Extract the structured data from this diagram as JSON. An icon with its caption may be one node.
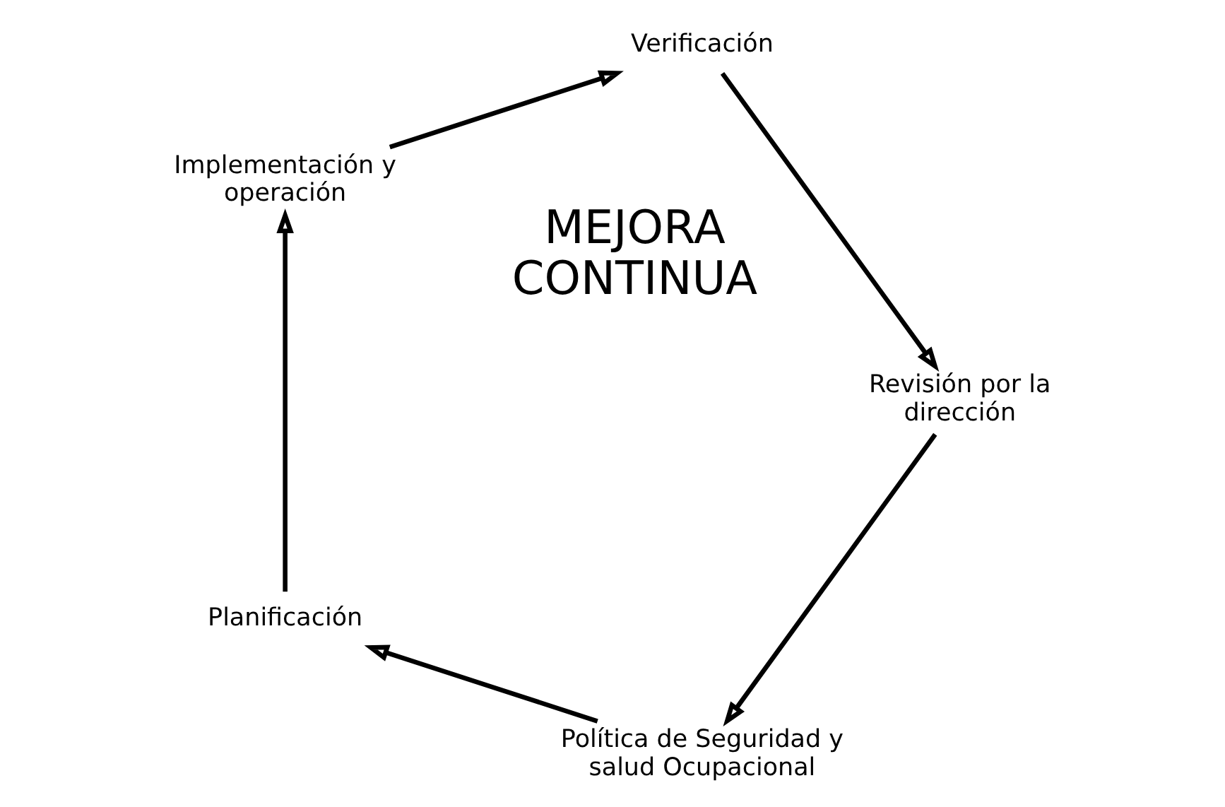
{
  "diagram": {
    "nodes": [
      {
        "text": [
          "Política de Seguridad y salud Ocupacional"
        ]
      },
      {
        "text": [
          "Planificación"
        ]
      },
      {
        "text": [
          "Implementación y operación"
        ]
      },
      {
        "text": [
          "Verificación"
        ]
      },
      {
        "text": [
          "Revisión por la dirección"
        ]
      }
    ],
    "edges": [
      {
        "from": 4,
        "to": 0,
        "arrow": "to"
      },
      {
        "from": 0,
        "to": 1,
        "arrow": "to"
      },
      {
        "from": 1,
        "to": 2,
        "arrow": "to"
      },
      {
        "from": 2,
        "to": 3,
        "arrow": "to"
      },
      {
        "from": 3,
        "to": 4,
        "arrow": "to"
      }
    ],
    "labels": [
      "MEJORA CONTINUA"
    ]
  }
}
